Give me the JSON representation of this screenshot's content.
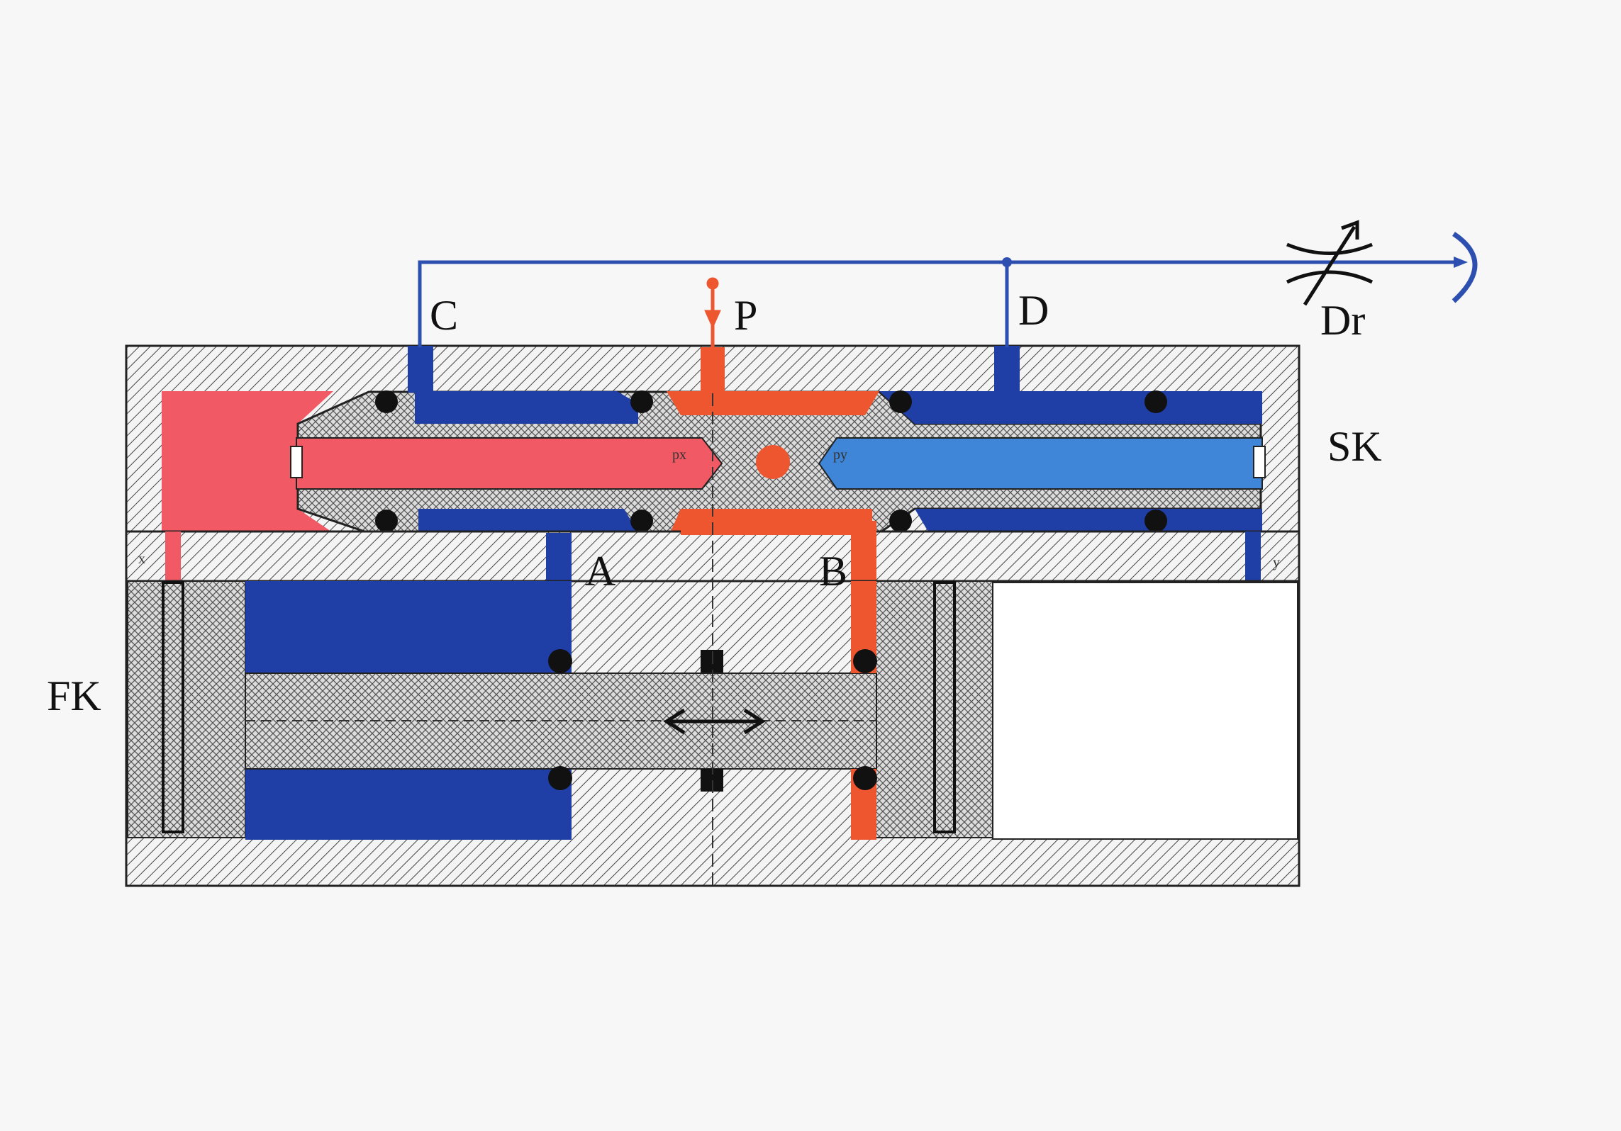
{
  "labels": {
    "c": "C",
    "p": "P",
    "d": "D",
    "dr": "Dr",
    "sk": "SK",
    "fk": "FK",
    "a": "A",
    "b": "B",
    "x": "x",
    "y": "y",
    "px": "px",
    "py": "py"
  },
  "colors": {
    "blue_line": "#2d4fb0",
    "blue_fill": "#1f3ea6",
    "light_blue": "#3f86d8",
    "red_fill": "#f15a64",
    "orange_red": "#ee5630",
    "background": "#f7f7f7"
  },
  "icons": {
    "throttle": "adjustable-throttle-icon",
    "exhaust": "exhaust-outlet-icon",
    "double_arrow": "double-arrow-icon",
    "supply": "pressure-supply-icon"
  }
}
